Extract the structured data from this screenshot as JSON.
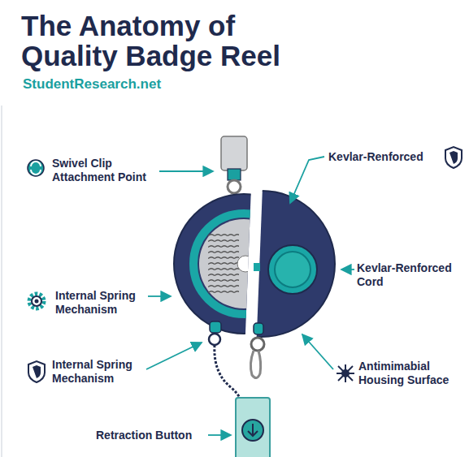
{
  "diagram": {
    "title": "The Anatomy of Quality Badge Reel",
    "labels": [
      "StudentResearch.net",
      "Swivel Clip Attachment Point",
      "Kevlar-Renforced",
      "Internal Spring Mechanism",
      "Kevlar-Renforced Cord",
      "Internal Spring Mechanism",
      "Antimimabial Housing Surface",
      "Retraction Button"
    ]
  }
}
